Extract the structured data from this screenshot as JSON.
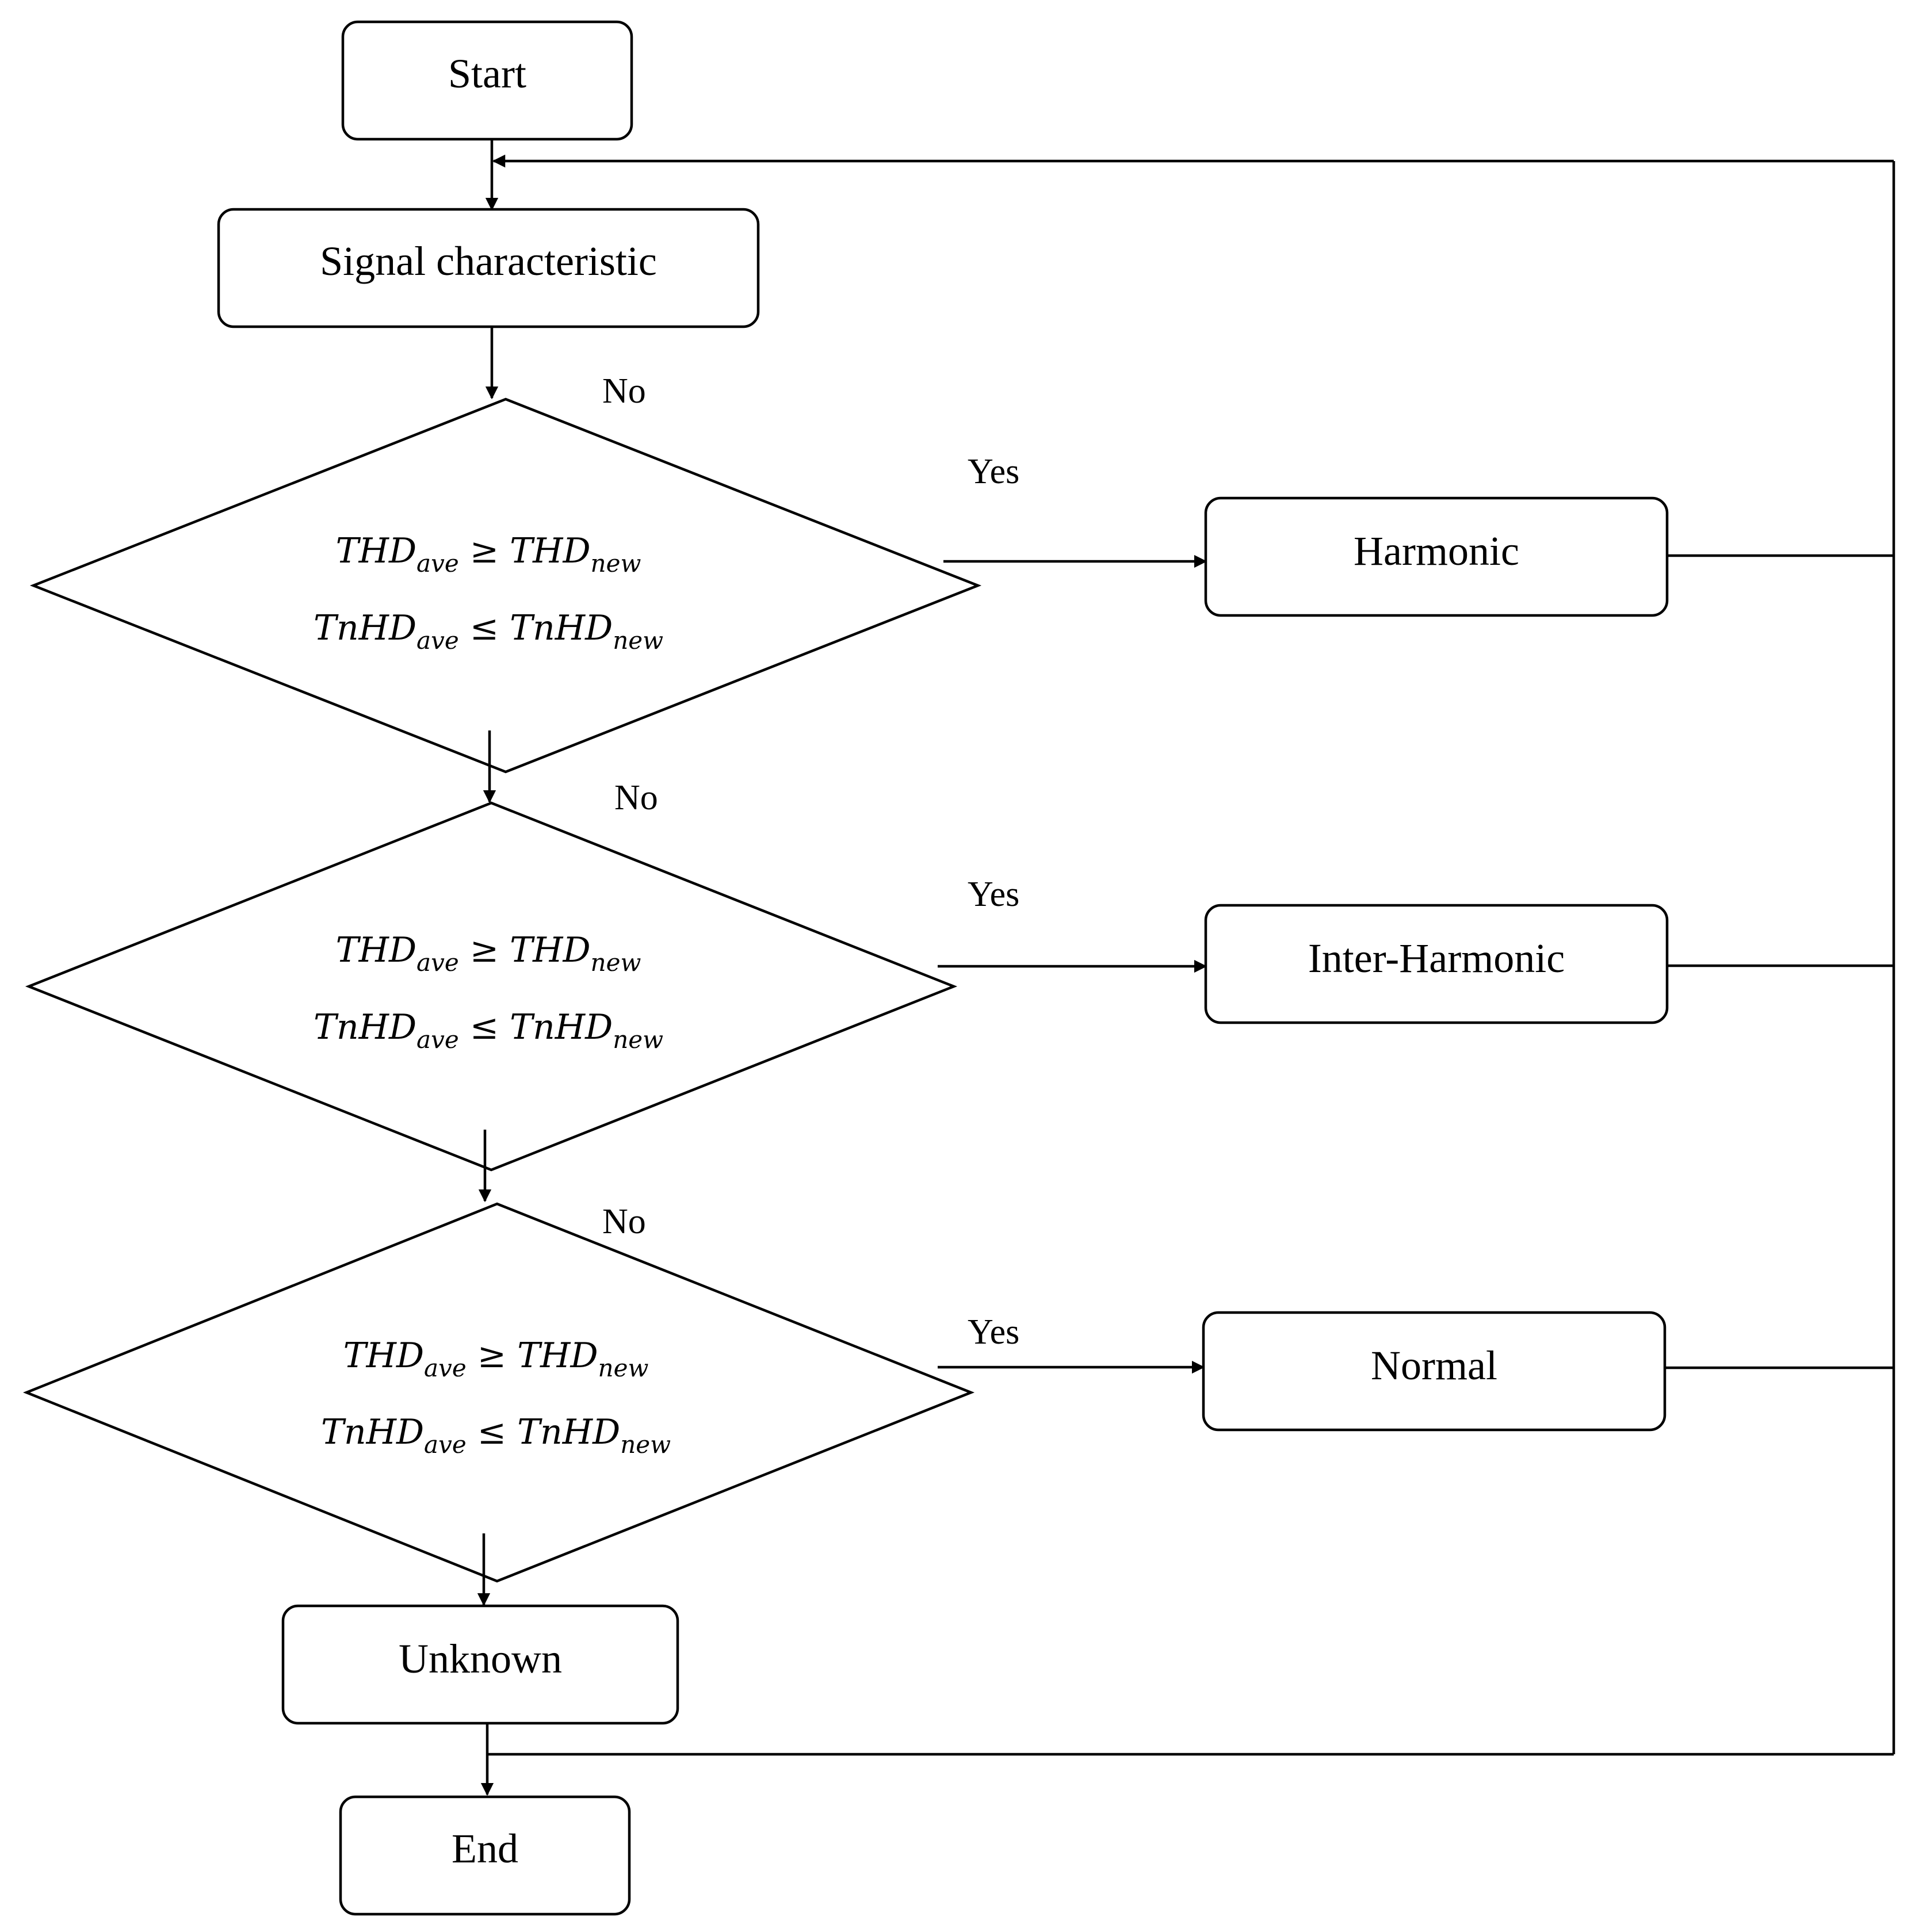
{
  "nodes": {
    "start": "Start",
    "signal": "Signal characteristic",
    "harmonic": "Harmonic",
    "inter_harmonic": "Inter-Harmonic",
    "normal": "Normal",
    "unknown": "Unknown",
    "end": "End"
  },
  "decisions": [
    {
      "line1": {
        "lhs": "THD",
        "lhs_sub": "ave",
        "op": " ≥ ",
        "rhs": "THD",
        "rhs_sub": "new"
      },
      "line2": {
        "lhs": "TnHD",
        "lhs_sub": "ave",
        "op": " ≤ ",
        "rhs": "TnHD",
        "rhs_sub": "new"
      },
      "no_label": "No",
      "yes_label": "Yes"
    },
    {
      "line1": {
        "lhs": "THD",
        "lhs_sub": "ave",
        "op": " ≥ ",
        "rhs": "THD",
        "rhs_sub": "new"
      },
      "line2": {
        "lhs": "TnHD",
        "lhs_sub": "ave",
        "op": " ≤ ",
        "rhs": "TnHD",
        "rhs_sub": "new"
      },
      "no_label": "No",
      "yes_label": "Yes"
    },
    {
      "line1": {
        "lhs": "THD",
        "lhs_sub": "ave",
        "op": " ≥ ",
        "rhs": "THD",
        "rhs_sub": "new"
      },
      "line2": {
        "lhs": "TnHD",
        "lhs_sub": "ave",
        "op": " ≤ ",
        "rhs": "TnHD",
        "rhs_sub": "new"
      },
      "no_label": "No",
      "yes_label": "Yes"
    }
  ],
  "colors": {
    "stroke": "#000000",
    "background": "#ffffff"
  }
}
